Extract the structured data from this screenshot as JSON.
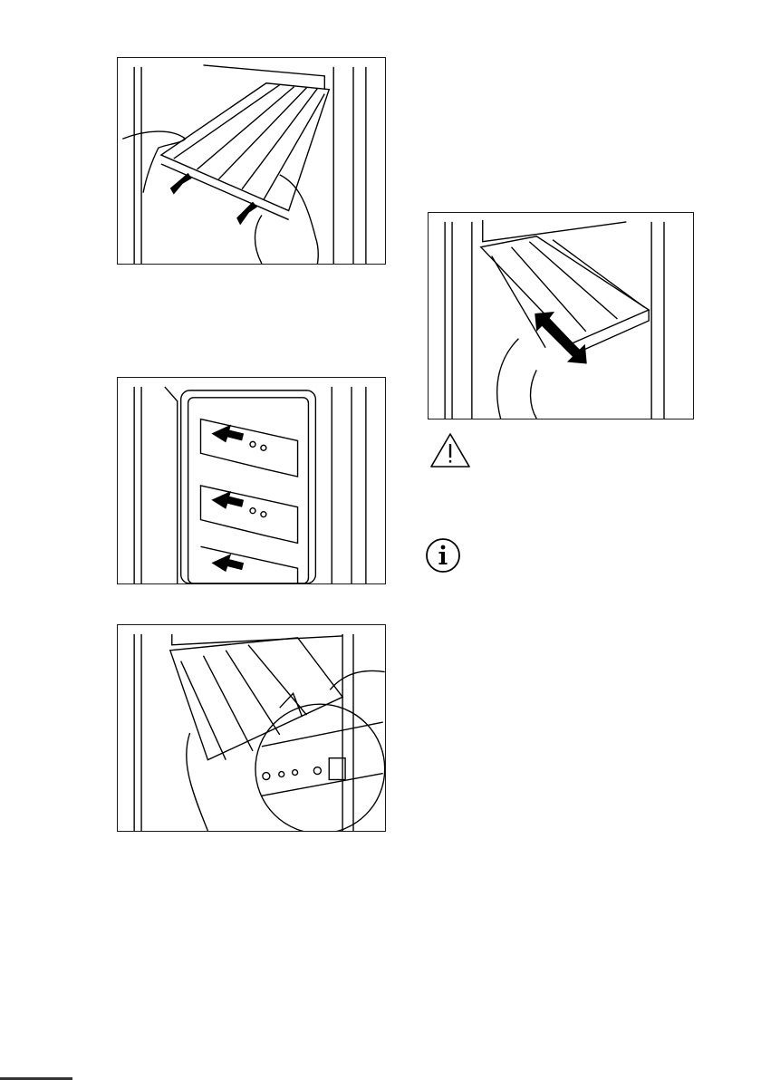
{
  "figures": [
    {
      "id": "fig1",
      "icon": "shelf-remove-arrows-illustration"
    },
    {
      "id": "fig2",
      "icon": "shelf-rails-push-illustration"
    },
    {
      "id": "fig3",
      "icon": "shelf-insert-detail-illustration"
    },
    {
      "id": "fig4",
      "icon": "shelf-slide-double-arrow-illustration"
    }
  ],
  "icons": {
    "warning": "warning-triangle-icon",
    "info": "info-circle-icon"
  }
}
